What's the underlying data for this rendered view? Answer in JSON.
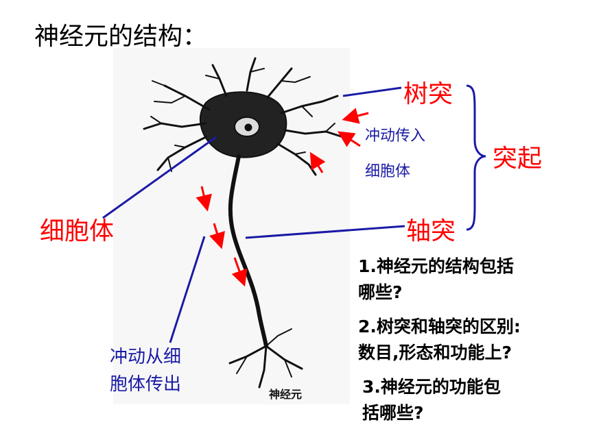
{
  "title": "神经元的结构：",
  "labels": {
    "dendrite": "树突",
    "process": "突起",
    "axon": "轴突",
    "cell_body": "细胞体",
    "impulse_in_line1": "冲动传入",
    "impulse_in_line2": "细胞体",
    "impulse_out_line1": "冲动从细",
    "impulse_out_line2": "胞体传出",
    "image_caption": "神经元"
  },
  "questions": {
    "q1_line1": "1.神经元的结构包括",
    "q1_line2": "哪些?",
    "q2_line1": "2.树突和轴突的区别:",
    "q2_line2": "数目,形态和功能上?",
    "q3_line1": "3.神经元的功能包",
    "q3_line2": "括哪些?"
  },
  "colors": {
    "label_red": "#ff0000",
    "line_blue": "#1a1aa6",
    "neuron": "#111111"
  }
}
